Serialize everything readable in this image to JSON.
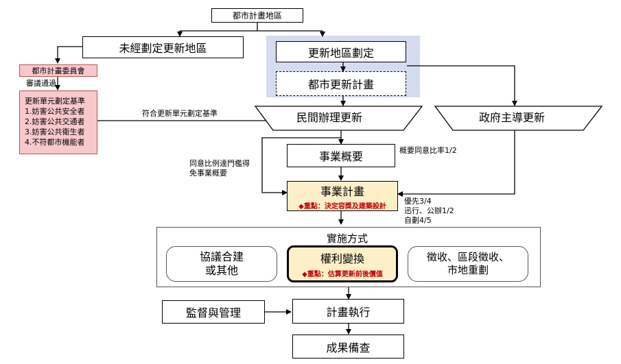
{
  "nodes": {
    "urban_plan_area": "都市計畫地區",
    "not_designated": "未經劃定更新地區",
    "designate_area": "更新地區劃定",
    "urban_renewal_plan": "都市更新計畫",
    "committee": "都市計畫委員會",
    "review_pass": "審議通過",
    "unit_criteria": {
      "title": "更新單元劃定基準",
      "items": [
        "1.妨害公共安全者",
        "2.妨害公共交通者",
        "3.妨害公共衛生者",
        "4.不符都市機能者"
      ]
    },
    "meets_criteria": "符合更新單元劃定基準",
    "private_renewal": "民間辦理更新",
    "gov_renewal": "政府主導更新",
    "business_summary": "事業概要",
    "summary_ratio": "概要同意比率1/2",
    "exempt_note_line1": "同意比例達門檻得",
    "exempt_note_line2": "免事業概要",
    "business_plan": "事業計畫",
    "business_plan_key": "◆重點：決定容獎及建築設計",
    "ratio_priority": "優先3/4",
    "ratio_fast": "迅行、公辦1/2",
    "ratio_self": "自劃4/5",
    "implementation": "實施方式",
    "consult_line1": "協議合建",
    "consult_line2": "或其他",
    "rights_conversion": "權利變換",
    "rights_key": "◆重點：估算更新前後價值",
    "expropriation_line1": "徵收、區段徵收、",
    "expropriation_line2": "市地重劃",
    "supervision": "監督與管理",
    "plan_execution": "計畫執行",
    "record_review": "成果備查"
  }
}
